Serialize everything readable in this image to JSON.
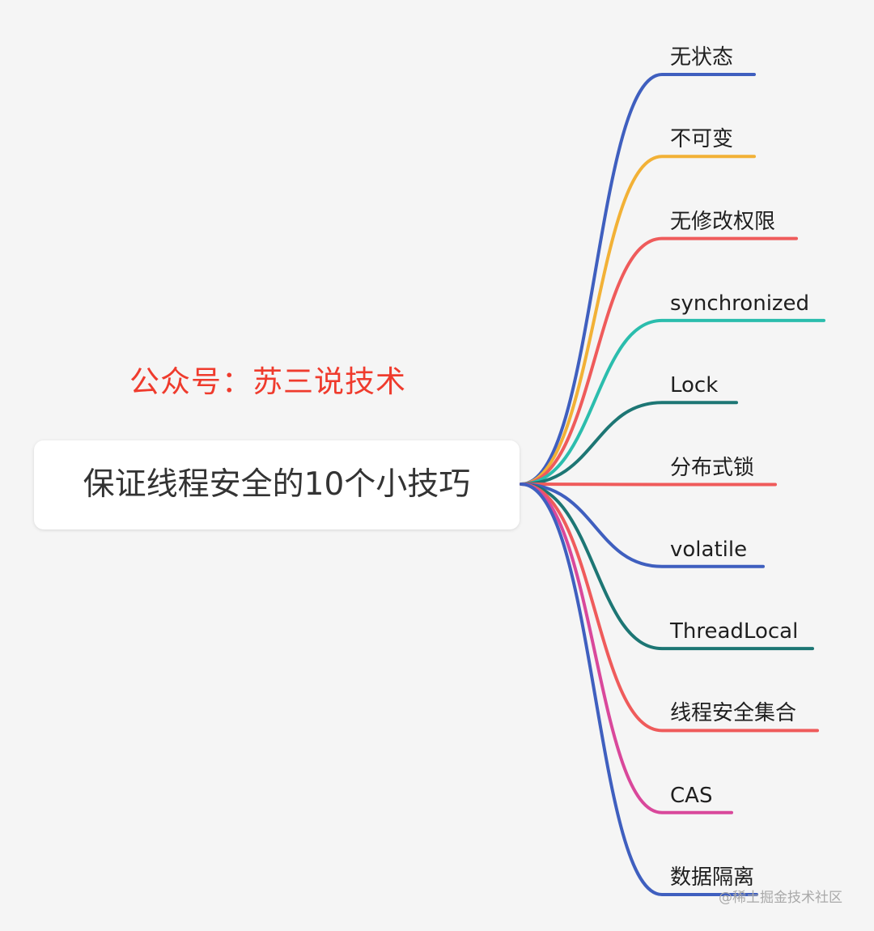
{
  "subtitle": "公众号：苏三说技术",
  "root": {
    "label": "保证线程安全的10个小技巧"
  },
  "branches": [
    {
      "label": "无状态",
      "color": "#3f5fbf"
    },
    {
      "label": "不可变",
      "color": "#f2b136"
    },
    {
      "label": "无修改权限",
      "color": "#ef5b5b"
    },
    {
      "label": "synchronized",
      "color": "#2bbdad"
    },
    {
      "label": "Lock",
      "color": "#1d7674"
    },
    {
      "label": "分布式锁",
      "color": "#ef5b5b"
    },
    {
      "label": "volatile",
      "color": "#3f5fbf"
    },
    {
      "label": "ThreadLocal",
      "color": "#1d7674"
    },
    {
      "label": "线程安全集合",
      "color": "#ef5b5b"
    },
    {
      "label": "CAS",
      "color": "#d9489b"
    },
    {
      "label": "数据隔离",
      "color": "#3f5fbf"
    }
  ],
  "watermark": "@稀土掘金技术社区"
}
